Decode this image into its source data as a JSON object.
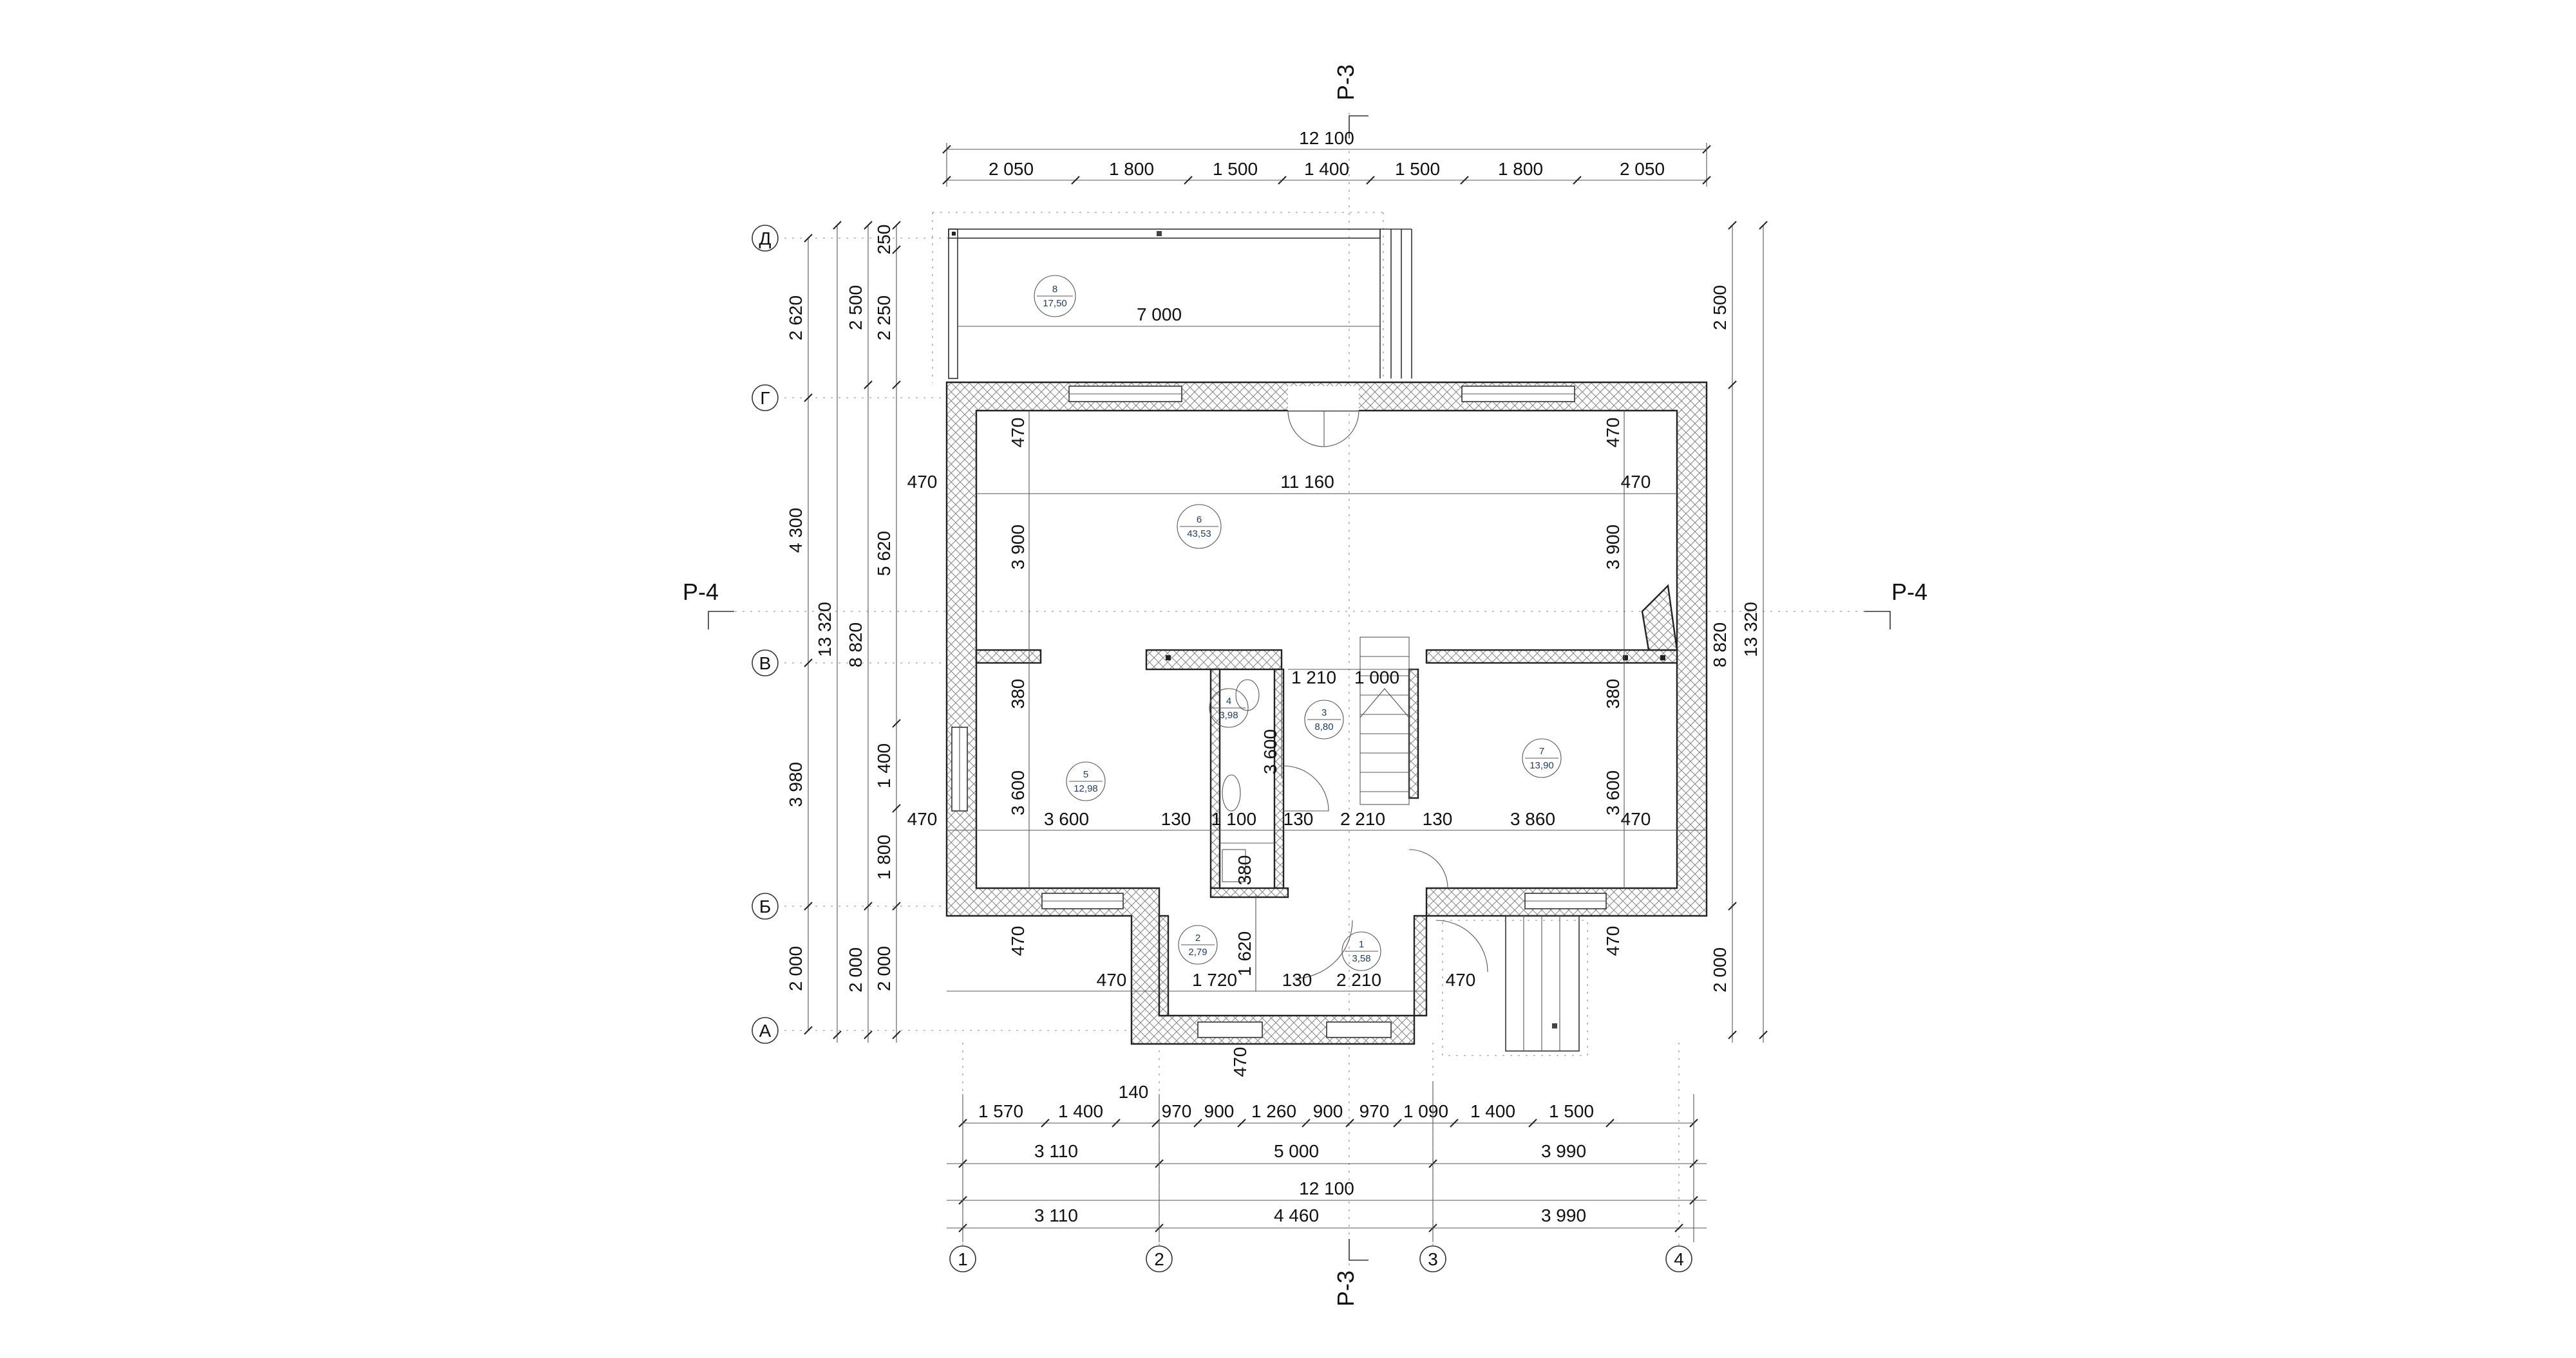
{
  "sections": {
    "left": "Р-4",
    "right": "Р-4",
    "top": "Р-3",
    "bottom": "Р-3"
  },
  "axes_letters": [
    "Д",
    "Г",
    "В",
    "Б",
    "А"
  ],
  "axes_numbers": [
    "1",
    "2",
    "3",
    "4"
  ],
  "dims_top_total": "12 100",
  "dims_top": [
    "2 050",
    "1 800",
    "1 500",
    "1 400",
    "1 500",
    "1 800",
    "2 050"
  ],
  "dims_bottom_row1": [
    "1 570",
    "1 400",
    "140",
    "970",
    "900",
    "1 260",
    "900",
    "970",
    "1 090",
    "1 400",
    "1 500"
  ],
  "dims_bottom_row2": [
    "3 110",
    "5 000",
    "3 990"
  ],
  "dims_bottom_row3": "12 100",
  "dims_bottom_row4": [
    "3 110",
    "4 460",
    "3 990"
  ],
  "dims_left_col1": [
    "2 620",
    "4 300",
    "3 980",
    "2 000"
  ],
  "dims_left_col2": [
    "2 500",
    "8 820",
    "2 000"
  ],
  "dims_left_col2_total": "13 320",
  "dims_left_col3": [
    "250",
    "2 250",
    "5 620",
    "1 400",
    "1 800",
    "2 000"
  ],
  "dims_right_col1": [
    "2 500",
    "8 820",
    "2 000"
  ],
  "dims_right_total": "13 320",
  "interior_dims": {
    "terrace_width": "7 000",
    "living_width": "11 160",
    "living_left_wall": "470",
    "living_right_wall": "470",
    "living_top_left": "470",
    "living_top_right": "470",
    "living_h_left": "3 900",
    "living_h_right": "3 900",
    "mid_a": "1 210",
    "mid_b": "1 000",
    "r5_top": "380",
    "r7_top": "380",
    "r5_h": "3 600",
    "r7_h": "3 600",
    "r3_h": "3 600",
    "row_470_left": "470",
    "row_3600": "3 600",
    "row_130_a": "130",
    "row_1100": "1 100",
    "row_130_b": "130",
    "row_2210": "2 210",
    "row_130_c": "130",
    "row_3860": "3 860",
    "row_470_right": "470",
    "bath_380": "380",
    "porch_470_left_v": "470",
    "porch_1620": "1 620",
    "porch_470_left": "470",
    "porch_1720": "1 720",
    "porch_130": "130",
    "porch_2210": "2 210",
    "porch_470_right": "470",
    "porch_470_right_v": "470",
    "porch_470_bottom": "470"
  },
  "rooms": [
    {
      "num": "1",
      "area": "3,58"
    },
    {
      "num": "2",
      "area": "2,79"
    },
    {
      "num": "3",
      "area": "8,80"
    },
    {
      "num": "4",
      "area": "3,98"
    },
    {
      "num": "5",
      "area": "12,98"
    },
    {
      "num": "6",
      "area": "43,53"
    },
    {
      "num": "7",
      "area": "13,90"
    },
    {
      "num": "8",
      "area": "17,50"
    }
  ]
}
